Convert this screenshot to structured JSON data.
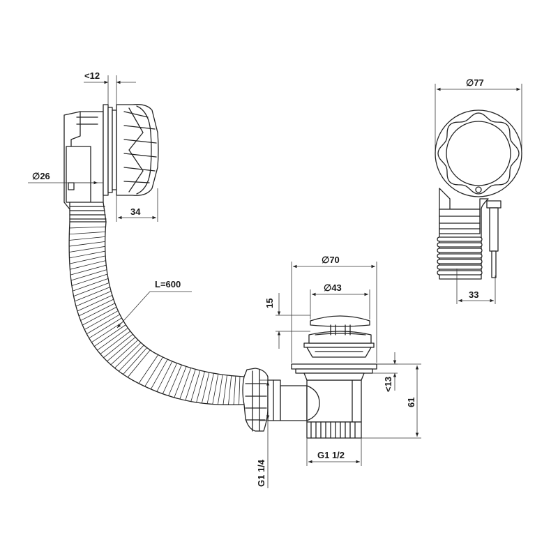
{
  "drawing": {
    "labels": {
      "overflow_thickness": "<12",
      "overflow_diameter": "∅26",
      "overflow_depth": "34",
      "hose_length": "L=600",
      "cap_diameter": "∅77",
      "overflow_hose_width": "33",
      "flange_diameter": "∅70",
      "plug_diameter": "∅43",
      "plug_height": "15",
      "flange_thickness": "<13",
      "waste_height": "61",
      "outlet_thread": "G1 1/2",
      "side_thread": "G1 1/4"
    }
  }
}
